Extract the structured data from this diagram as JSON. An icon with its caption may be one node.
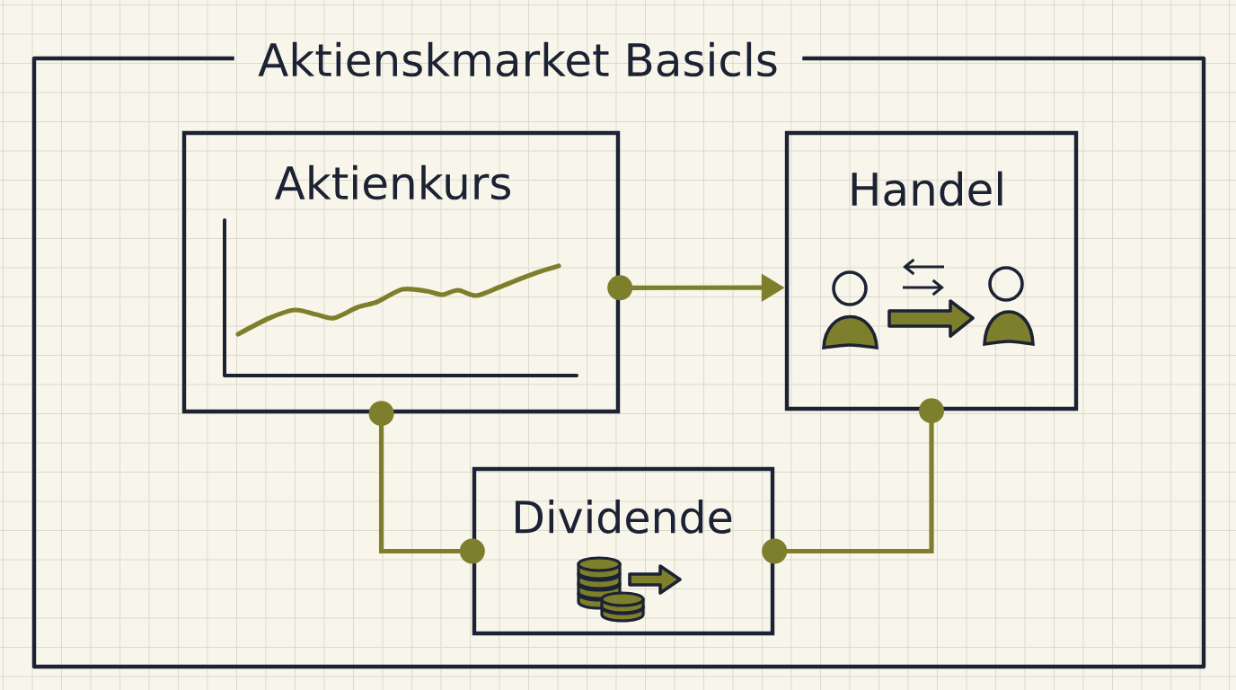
{
  "diagram": {
    "nodes": [
      {
        "text": [
          "Aktienskmarket Basicls"
        ]
      },
      {
        "text": [
          "Aktienkurs"
        ],
        "in": 0
      },
      {
        "text": [
          "Handel"
        ],
        "in": 0
      },
      {
        "text": [
          "Dividende"
        ],
        "in": 0
      }
    ],
    "edges": [
      {
        "from": 1,
        "to": 2,
        "arrow": "to"
      },
      {
        "from": 1,
        "to": 3,
        "arrow": "other"
      },
      {
        "from": 2,
        "to": 3,
        "arrow": "other"
      }
    ]
  }
}
